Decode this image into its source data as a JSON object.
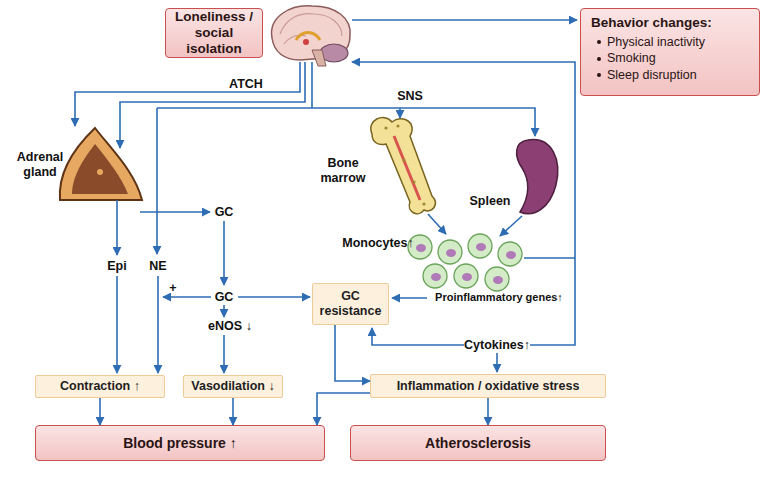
{
  "diagram": {
    "nodes": [
      {
        "text": [
          "Loneliness / social isolation"
        ]
      },
      {
        "text": [
          "Behavior changes:",
          "Physical inactivity",
          "Smoking",
          "Sleep disruption"
        ]
      },
      {
        "text": [
          "Contraction ↑"
        ]
      },
      {
        "text": [
          "Vasodilation ↓"
        ]
      },
      {
        "text": [
          "GC resistance"
        ]
      },
      {
        "text": [
          "Inflammation / oxidative stress"
        ]
      },
      {
        "text": [
          "Blood pressure ↑"
        ]
      },
      {
        "text": [
          "Atherosclerosis"
        ]
      }
    ],
    "edges": [
      {
        "from": 4,
        "to": 5,
        "arrow": "to"
      },
      {
        "from": 2,
        "to": 6,
        "arrow": "to"
      },
      {
        "from": 3,
        "to": 6,
        "arrow": "to"
      },
      {
        "from": 5,
        "to": 6,
        "arrow": "to"
      },
      {
        "from": 5,
        "to": 7,
        "arrow": "to"
      }
    ],
    "labels": [
      "ATCH",
      "SNS",
      "Adrenal gland",
      "GC",
      "Bone marrow",
      "Spleen",
      "Monocytes↑",
      "Epi",
      "NE",
      "+",
      "GC",
      "Proinflammatory genes↑",
      "eNOS ↓",
      "Cytokines↑"
    ]
  }
}
